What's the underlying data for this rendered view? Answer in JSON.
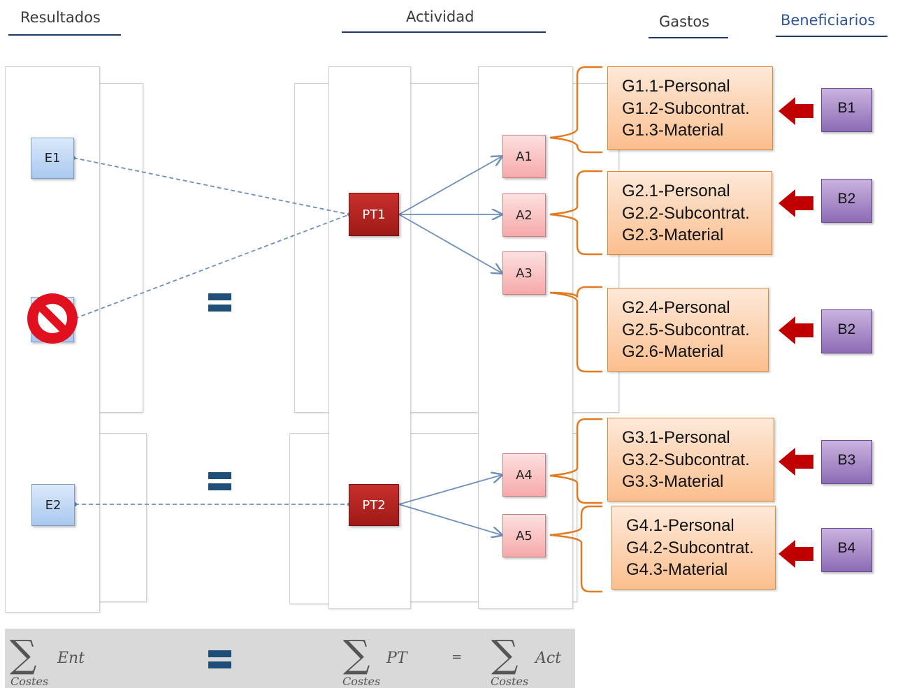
{
  "headers": {
    "resultados": "Resultados",
    "actividad": "Actividad",
    "gastos": "Gastos",
    "beneficiarios": "Beneficiarios"
  },
  "entregables": {
    "e1": "E1",
    "e2": "E2"
  },
  "paquetes": {
    "pt1": "PT1",
    "pt2": "PT2"
  },
  "actividades": {
    "a1": "A1",
    "a2": "A2",
    "a3": "A3",
    "a4": "A4",
    "a5": "A5"
  },
  "gastos": [
    {
      "lines": [
        "G1.1-Personal",
        "G1.2-Subcontrat.",
        "G1.3-Material"
      ]
    },
    {
      "lines": [
        "G2.1-Personal",
        "G2.2-Subcontrat.",
        "G2.3-Material"
      ]
    },
    {
      "lines": [
        "G2.4-Personal",
        "G2.5-Subcontrat.",
        "G2.6-Material"
      ]
    },
    {
      "lines": [
        "G3.1-Personal",
        "G3.2-Subcontrat.",
        "G3.3-Material"
      ]
    },
    {
      "lines": [
        "G4.1-Personal",
        "G4.2-Subcontrat.",
        "G4.3-Material"
      ]
    }
  ],
  "beneficiarios": [
    "B1",
    "B2",
    "B2",
    "B3",
    "B4"
  ],
  "formula": {
    "sigma": "∑",
    "sub": "Costes",
    "ent": "Ent",
    "pt": "PT",
    "eq_small": "=",
    "act": "Act"
  },
  "colors": {
    "header_line": "#1f3864",
    "entregable": "#a9c8ef",
    "paquete": "#b02420",
    "actividad": "#f6a9a9",
    "gasto": "#fbbf8e",
    "bracket": "#e07b22",
    "beneficiario": "#8d6bb5",
    "arrow_red": "#c00000",
    "prohibited": "#e0101e"
  }
}
